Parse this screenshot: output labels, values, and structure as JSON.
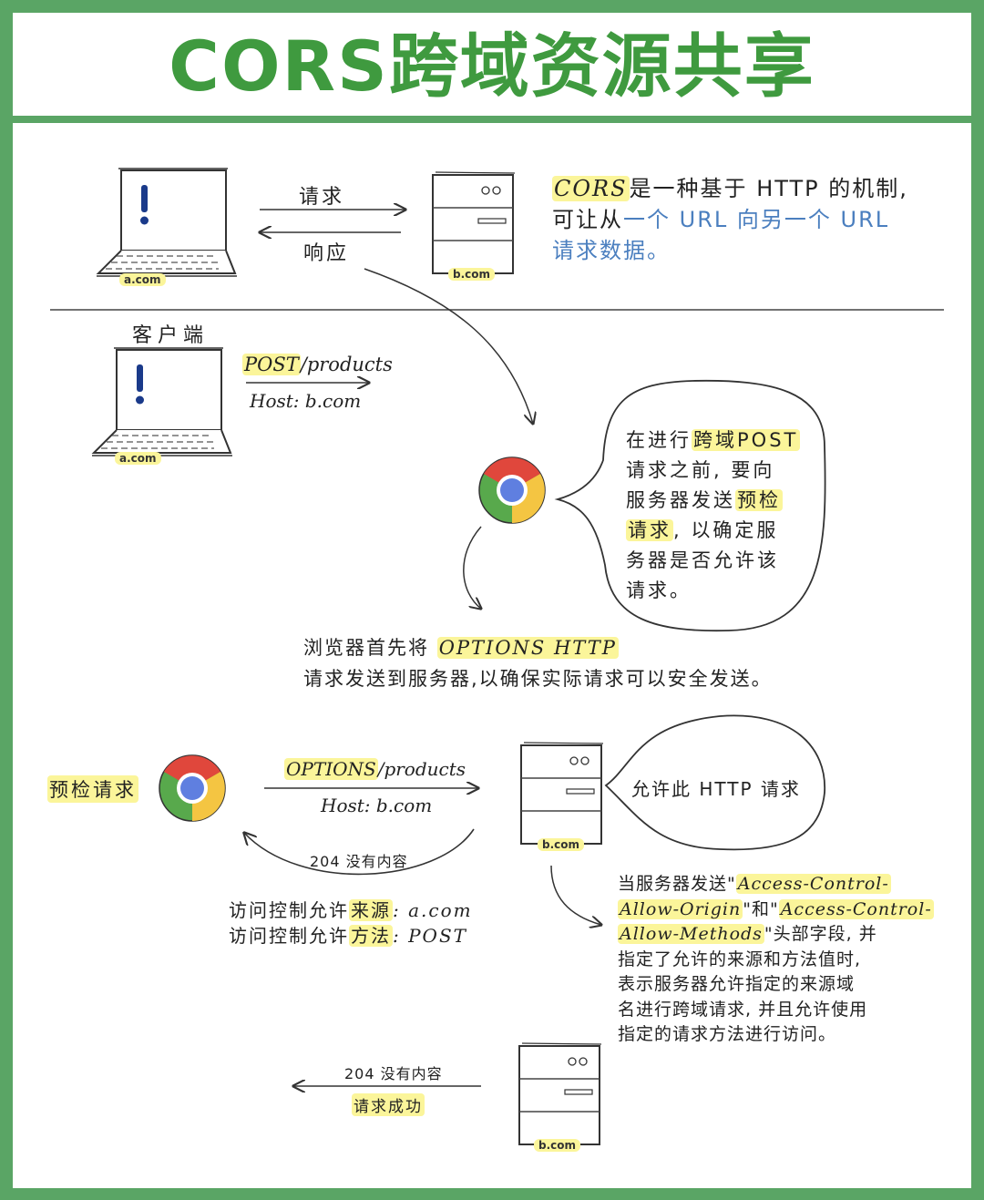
{
  "title": "CORS跨域资源共享",
  "top": {
    "request_label": "请求",
    "response_label": "响应",
    "client_domain": "a.com",
    "server_domain": "b.com",
    "desc_line1_hl": "CORS",
    "desc_line1_rest": "是一种基于 HTTP 的机制,",
    "desc_line2_a": "可让从",
    "desc_line2_b": "一个 URL 向另一个 URL",
    "desc_line3": "请求数据。"
  },
  "client_section": {
    "heading": "客户端",
    "client_domain": "a.com",
    "post_method": "POST",
    "post_path": "/products",
    "host": "Host: b.com"
  },
  "bubble1": {
    "line1_a": "在进行",
    "line1_hl": "跨域POST",
    "line2": "请求之前, 要向",
    "line3_a": "服务器发送",
    "line3_hl": "预检",
    "line4_hl": "请求",
    "line4_b": ", 以确定服",
    "line5": "务器是否允许该",
    "line6": "请求。"
  },
  "browser_note": {
    "line1_a": "浏览器首先将",
    "line1_hl": "OPTIONS HTTP",
    "line2": "请求发送到服务器,以确保实际请求可以安全发送。"
  },
  "preflight": {
    "label": "预检请求",
    "options_method": "OPTIONS",
    "options_path": "/products",
    "host": "Host: b.com",
    "response_204": "204 没有内容",
    "allow_origin_label": "访问控制允许",
    "allow_origin_hl": "来源",
    "allow_origin_value": ": a.com",
    "allow_method_label": "访问控制允许",
    "allow_method_hl": "方法",
    "allow_method_value": ": POST",
    "server_domain": "b.com",
    "bubble2": "允许此 HTTP 请求"
  },
  "server_note": {
    "line1_a": "当服务器发送\"",
    "line1_hl": "Access-Control-",
    "line2_hl1": "Allow-Origin",
    "line2_b": "\"和\"",
    "line2_hl2": "Access-Control-",
    "line3_hl": "Allow-Methods",
    "line3_b": "\"头部字段, 并",
    "line4": "指定了允许的来源和方法值时,",
    "line5": "表示服务器允许指定的来源域",
    "line6": "名进行跨域请求, 并且允许使用",
    "line7": "指定的请求方法进行访问。"
  },
  "final": {
    "response_204": "204 没有内容",
    "success": "请求成功",
    "server_domain": "b.com"
  },
  "colors": {
    "frame_green": "#5aa565",
    "title_green": "#3f9a3f",
    "highlight": "#fbf59a",
    "link_blue": "#4b7fbf",
    "chrome_red": "#e0473c",
    "chrome_yellow": "#f4c542",
    "chrome_green": "#58a94c",
    "chrome_blue": "#5f7fe0"
  },
  "icons": [
    "laptop-icon",
    "server-icon",
    "chrome-icon"
  ]
}
